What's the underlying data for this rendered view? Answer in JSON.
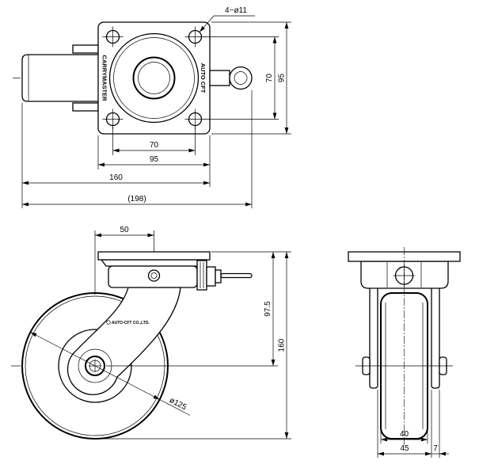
{
  "top_view": {
    "hole_callout": "4−ø11",
    "brand_label": "CARRYMASTER",
    "maker_label": "AUTO CFT",
    "dim_hole_pitch_x": "70",
    "dim_plate_width": "95",
    "dim_hole_pitch_y": "70",
    "dim_plate_height": "95",
    "dim_length": "160",
    "dim_overall": "(198)"
  },
  "side_view": {
    "arm_label": "AUTO-CFT CO.,LTD.",
    "dim_offset": "50",
    "dim_axle_height": "97.5",
    "dim_total_height": "160",
    "dim_wheel_diameter": "ø125"
  },
  "front_view": {
    "dim_wheel_width": "40",
    "dim_fork_width": "45",
    "dim_leg_thickness": "7"
  },
  "colors": {
    "line": "#000000",
    "paper": "#ffffff"
  }
}
